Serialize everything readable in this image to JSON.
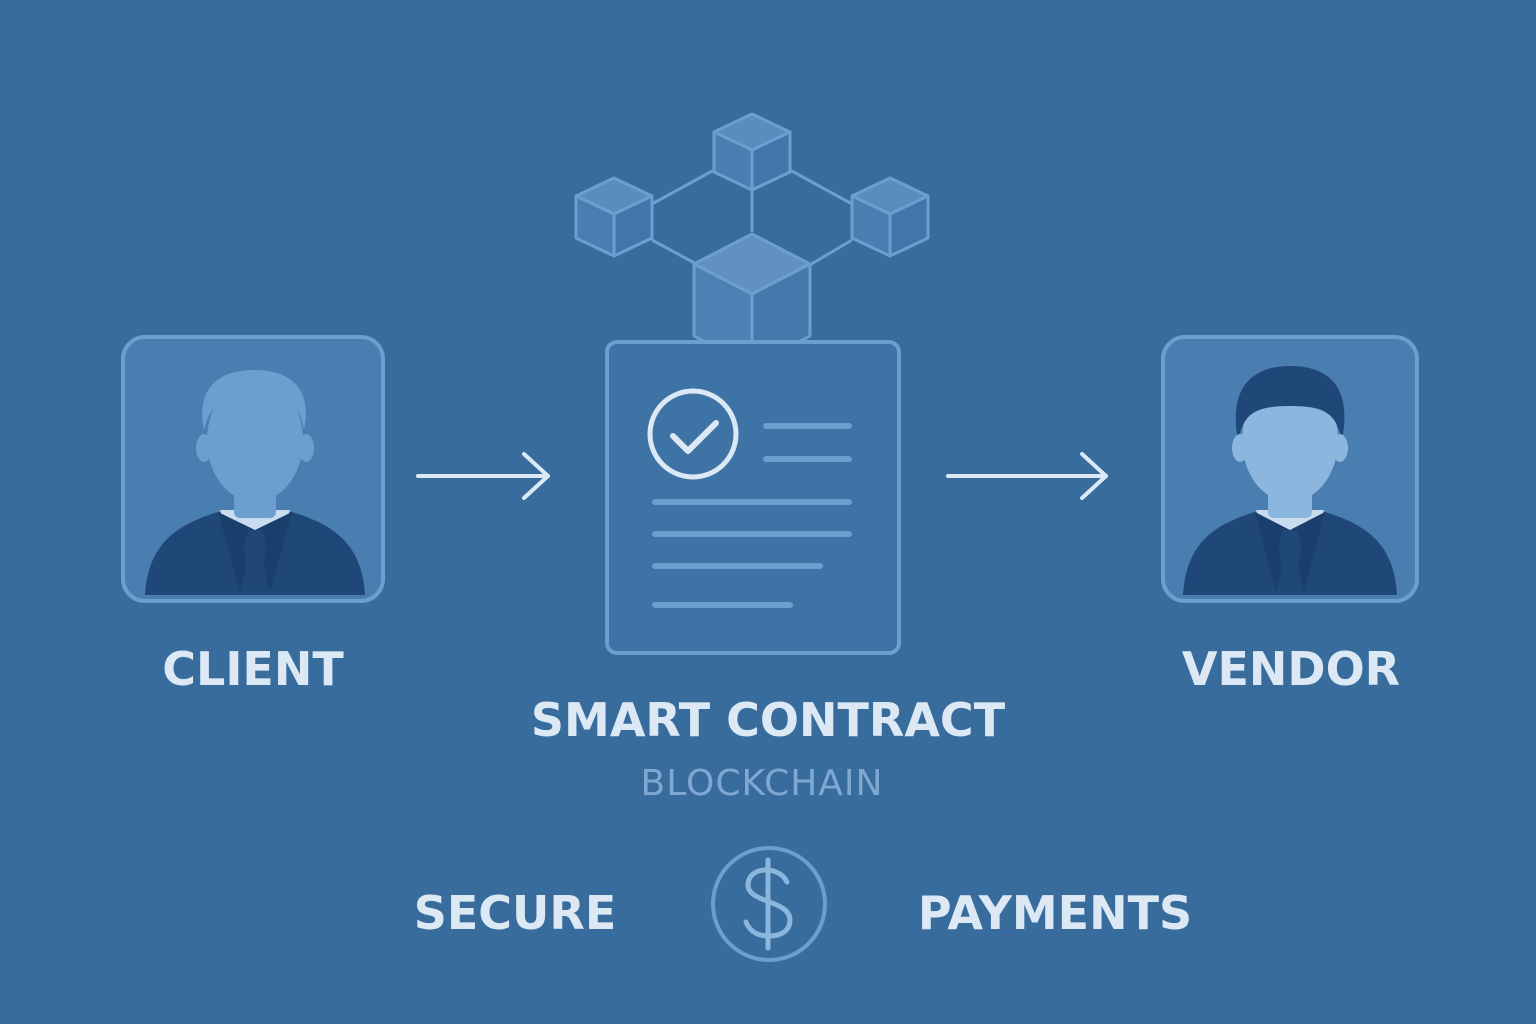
{
  "nodes": {
    "client": {
      "label": "CLIENT"
    },
    "vendor": {
      "label": "VENDOR"
    },
    "contract": {
      "label": "SMART CONTRACT",
      "sublabel": "BLOCKCHAIN"
    }
  },
  "footer": {
    "left": "SECURE",
    "right": "PAYMENTS",
    "icon": "dollar-icon"
  },
  "icons": [
    "person-icon",
    "document-check-icon",
    "blockchain-cubes-icon",
    "arrow-right-icon",
    "dollar-icon"
  ],
  "colors": {
    "background": "#386c9d",
    "light_stroke": "#6c9fd0",
    "text": "#dce9f5",
    "muted_text": "#7ea8d1",
    "dark_person": "#1f4777"
  }
}
